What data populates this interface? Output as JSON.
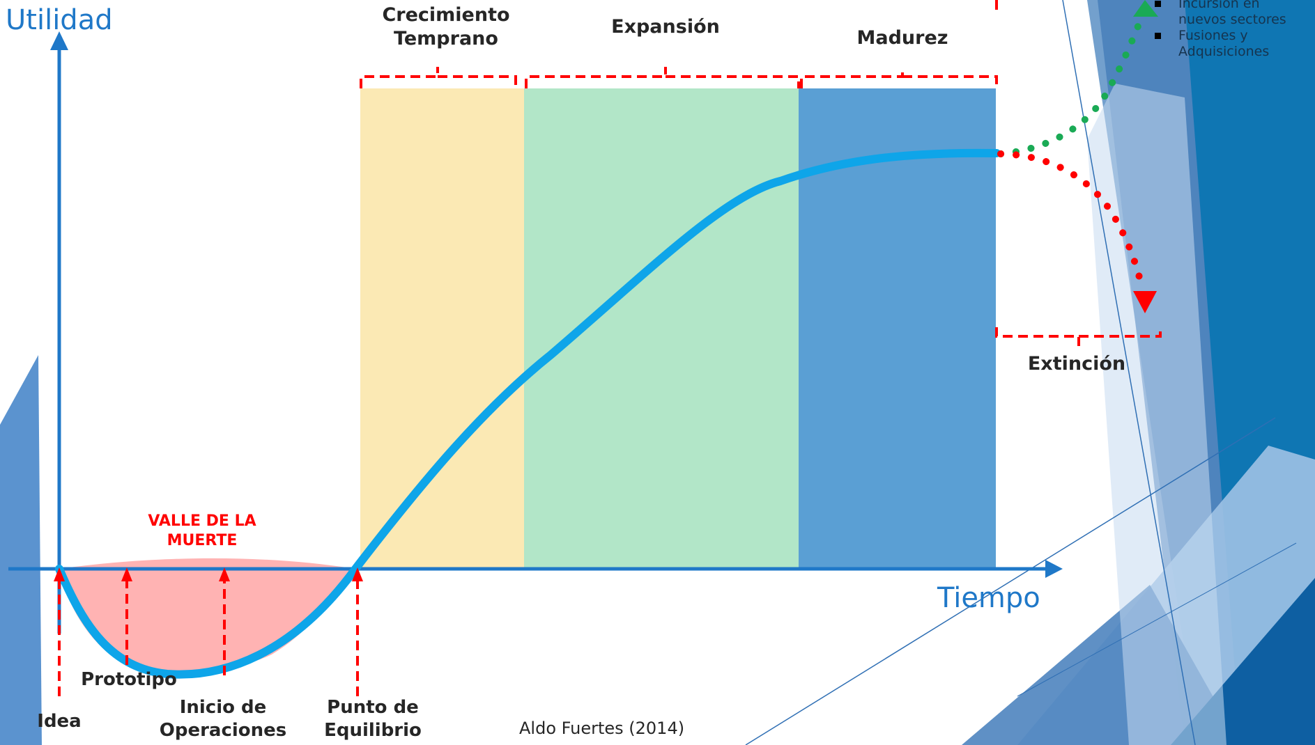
{
  "colors": {
    "axis": "#1f78c8",
    "curve": "#0ea5e9",
    "valley": "#ffb3b3",
    "growth": "#fbe9b4",
    "expansion": "#b2e6c8",
    "maturity": "#5a9fd4",
    "marker": "#ff0000",
    "growth_path": "#1aaa55",
    "decline_path": "#ff0000"
  },
  "axes": {
    "y_title": "Utilidad",
    "x_title": "Tiempo"
  },
  "stages": [
    {
      "label": "Crecimiento\nTemprano"
    },
    {
      "label": "Expansión"
    },
    {
      "label": "Madurez"
    }
  ],
  "extinction_label": "Extinción",
  "valley_label": "VALLE DE LA\nMUERTE",
  "milestones": [
    {
      "label": "Idea"
    },
    {
      "label": "Prototipo"
    },
    {
      "label": "Inicio de\nOperaciones"
    },
    {
      "label": "Punto de\nEquilibrio"
    }
  ],
  "legend_items": [
    "Incursión en nuevos sectores",
    "Fusiones y Adquisiciones"
  ],
  "credit": "Aldo Fuertes (2014)"
}
